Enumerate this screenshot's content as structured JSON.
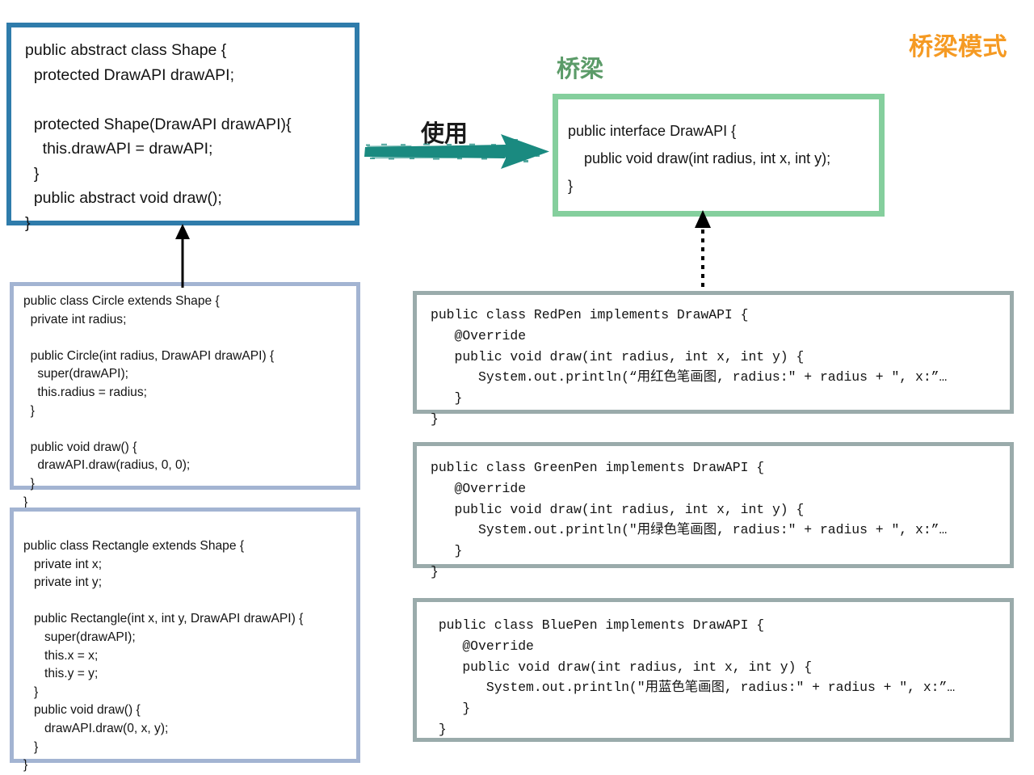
{
  "diagram": {
    "title": "桥梁模式",
    "bridge_label": "桥梁",
    "use_label": "使用",
    "colors": {
      "title_orange": "#f59a23",
      "bridge_green": "#5b9b68",
      "shape_border_blue": "#2f7cab",
      "subclass_border": "#a3b4d2",
      "interface_border_green": "#85cf9d",
      "pen_border_gray": "#9aabab",
      "arrow_teal": "#1a8a80",
      "connector_black": "#000000"
    }
  },
  "boxes": {
    "shape": {
      "name": "Shape",
      "code": "public abstract class Shape {\n  protected DrawAPI drawAPI;\n\n  protected Shape(DrawAPI drawAPI){\n    this.drawAPI = drawAPI;\n  }\n  public abstract void draw();\n}"
    },
    "circle": {
      "name": "Circle",
      "code": "public class Circle extends Shape {\n  private int radius;\n\n  public Circle(int radius, DrawAPI drawAPI) {\n    super(drawAPI);\n    this.radius = radius;\n  }\n\n  public void draw() {\n    drawAPI.draw(radius, 0, 0);\n  }\n}"
    },
    "rectangle": {
      "name": "Rectangle",
      "code": "public class Rectangle extends Shape {\n   private int x;\n   private int y;\n\n   public Rectangle(int x, int y, DrawAPI drawAPI) {\n      super(drawAPI);\n      this.x = x;\n      this.y = y;\n   }\n   public void draw() {\n      drawAPI.draw(0, x, y);\n   }\n}"
    },
    "drawapi": {
      "name": "DrawAPI",
      "code": "public interface DrawAPI {\n    public void draw(int radius, int x, int y);\n}"
    },
    "redpen": {
      "name": "RedPen",
      "code": "public class RedPen implements DrawAPI {\n   @Override\n   public void draw(int radius, int x, int y) {\n      System.out.println(“用红色笔画图, radius:\" + radius + \", x:”…\n   }\n}"
    },
    "greenpen": {
      "name": "GreenPen",
      "code": "public class GreenPen implements DrawAPI {\n   @Override\n   public void draw(int radius, int x, int y) {\n      System.out.println(\"用绿色笔画图, radius:\" + radius + \", x:”…\n   }\n}"
    },
    "bluepen": {
      "name": "BluePen",
      "code": " public class BluePen implements DrawAPI {\n    @Override\n    public void draw(int radius, int x, int y) {\n       System.out.println(\"用蓝色笔画图, radius:\" + radius + \", x:”…\n    }\n }"
    }
  }
}
